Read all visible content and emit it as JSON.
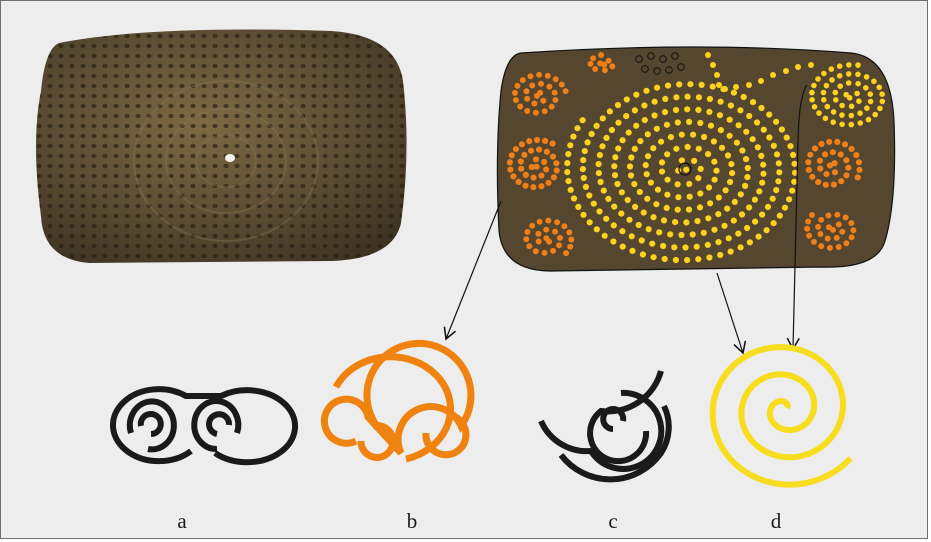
{
  "figure": {
    "panels": [
      {
        "id": "a",
        "label": "a",
        "color": "#1a1a1a"
      },
      {
        "id": "b",
        "label": "b",
        "color": "#f0820f"
      },
      {
        "id": "c",
        "label": "c",
        "color": "#1a1a1a"
      },
      {
        "id": "d",
        "label": "d",
        "color": "#f7dd1e"
      }
    ],
    "colors": {
      "background": "#ededed",
      "stone": "#5b4d33",
      "drawing_fill": "#54462f",
      "dots_yellow": "#ffd21e",
      "dots_orange": "#ef7f16",
      "outline": "#111111"
    }
  }
}
